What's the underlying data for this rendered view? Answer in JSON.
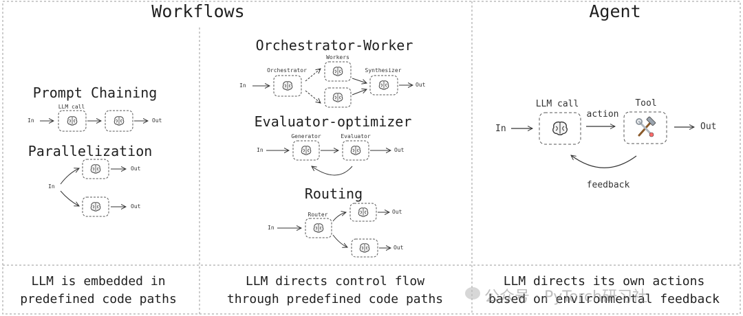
{
  "headers": {
    "workflows": "Workflows",
    "agent": "Agent"
  },
  "sections": {
    "prompt_chaining": {
      "title": "Prompt Chaining",
      "in": "In",
      "llm_call": "LLM call",
      "out": "Out"
    },
    "parallelization": {
      "title": "Parallelization",
      "in": "In",
      "out1": "Out",
      "out2": "Out"
    },
    "orchestrator_worker": {
      "title": "Orchestrator-Worker",
      "in": "In",
      "orchestrator": "Orchestrator",
      "workers": "Workers",
      "synthesizer": "Synthesizer",
      "out": "Out"
    },
    "evaluator_optimizer": {
      "title": "Evaluator-optimizer",
      "in": "In",
      "generator": "Generator",
      "evaluator": "Evaluator",
      "out": "Out"
    },
    "routing": {
      "title": "Routing",
      "in": "In",
      "router": "Router",
      "out1": "Out",
      "out2": "Out"
    },
    "agent": {
      "in": "In",
      "llm_call": "LLM call",
      "action": "action",
      "tool": "Tool",
      "out": "Out",
      "feedback": "feedback"
    }
  },
  "footer": {
    "left_line1": "LLM is embedded in",
    "left_line2": "predefined code paths",
    "middle_line1": "LLM directs control flow",
    "middle_line2": "through predefined code paths",
    "right_line1": "LLM directs its own actions",
    "right_line2": "based on environmental feedback"
  },
  "watermark": "公众号 · PyTorch研习社",
  "icons": {
    "llm": "brain-icon",
    "tool": "tools-icon"
  }
}
